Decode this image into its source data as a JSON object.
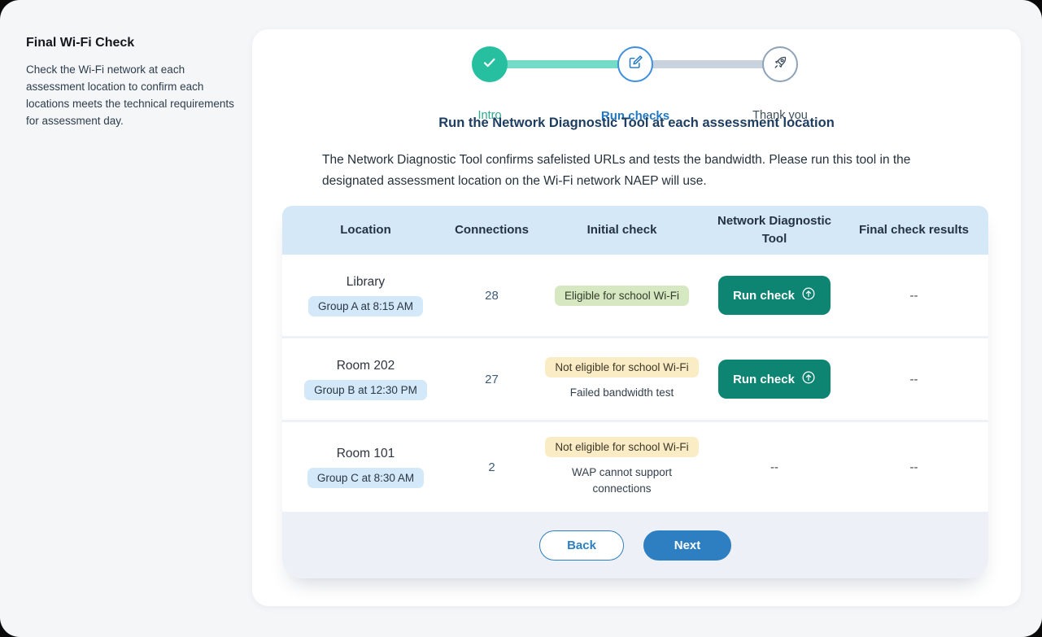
{
  "sidebar": {
    "title": "Final Wi-Fi Check",
    "description": "Check the Wi-Fi network at each assessment location to confirm each locations meets the technical requirements for assessment day."
  },
  "stepper": {
    "steps": [
      {
        "label": "Intro",
        "state": "done",
        "icon": "check-icon"
      },
      {
        "label": "Run checks",
        "state": "active",
        "icon": "edit-icon"
      },
      {
        "label": "Thank you",
        "state": "upcoming",
        "icon": "rocket-icon"
      }
    ]
  },
  "main": {
    "heading": "Run the Network Diagnostic Tool at each assessment location",
    "description": "The Network Diagnostic Tool confirms safelisted URLs and tests the bandwidth. Please run this tool in the designated assessment location on the Wi-Fi network NAEP will use."
  },
  "table": {
    "columns": [
      "Location",
      "Connections",
      "Initial check",
      "Network Diagnostic Tool",
      "Final check results"
    ],
    "rows": [
      {
        "location": "Library",
        "group": "Group A at 8:15 AM",
        "connections": "28",
        "status": "Eligible for school Wi-Fi",
        "status_type": "eligible",
        "status_detail": "",
        "action": "Run check",
        "final_result": "--"
      },
      {
        "location": "Room 202",
        "group": "Group B at 12:30 PM",
        "connections": "27",
        "status": "Not eligible for school Wi-Fi",
        "status_type": "not-eligible",
        "status_detail": "Failed bandwidth test",
        "action": "Run check",
        "final_result": "--"
      },
      {
        "location": "Room 101",
        "group": "Group C at 8:30 AM",
        "connections": "2",
        "status": "Not eligible for school Wi-Fi",
        "status_type": "not-eligible",
        "status_detail": "WAP cannot support connections",
        "ndt_value": "--",
        "final_result": "--"
      }
    ]
  },
  "footer": {
    "back_label": "Back",
    "next_label": "Next"
  },
  "colors": {
    "accent_teal": "#26c0a0",
    "accent_blue": "#2e7fc1",
    "button_teal": "#0e8472",
    "header_bg": "#d4e8f8",
    "pill_blue": "#d3e9fa",
    "pill_green": "#d5e8c1",
    "pill_yellow": "#faecc5",
    "page_bg": "#f4f6f8"
  }
}
